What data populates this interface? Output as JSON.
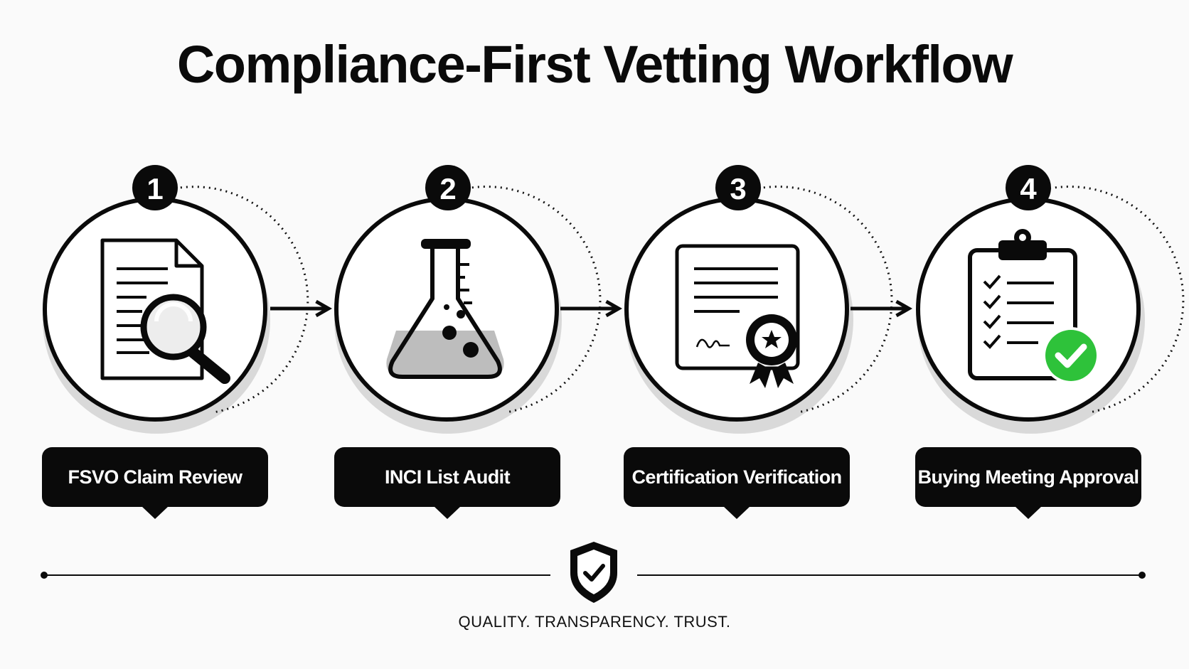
{
  "title": "Compliance-First Vetting Workflow",
  "steps": [
    {
      "number": "1",
      "label": "FSVO Claim Review",
      "icon": "document-search-icon"
    },
    {
      "number": "2",
      "label": "INCI List Audit",
      "icon": "lab-flask-icon"
    },
    {
      "number": "3",
      "label": "Certification Verification",
      "icon": "certificate-badge-icon"
    },
    {
      "number": "4",
      "label": "Buying Meeting Approval",
      "icon": "clipboard-approved-icon"
    }
  ],
  "footer": {
    "icon": "shield-check-icon",
    "tagline": "QUALITY. TRANSPARENCY. TRUST."
  },
  "colors": {
    "ink": "#0a0a0a",
    "background": "#fafafa",
    "approval_green": "#2ec23a",
    "shadow": "#d9d9d9"
  }
}
